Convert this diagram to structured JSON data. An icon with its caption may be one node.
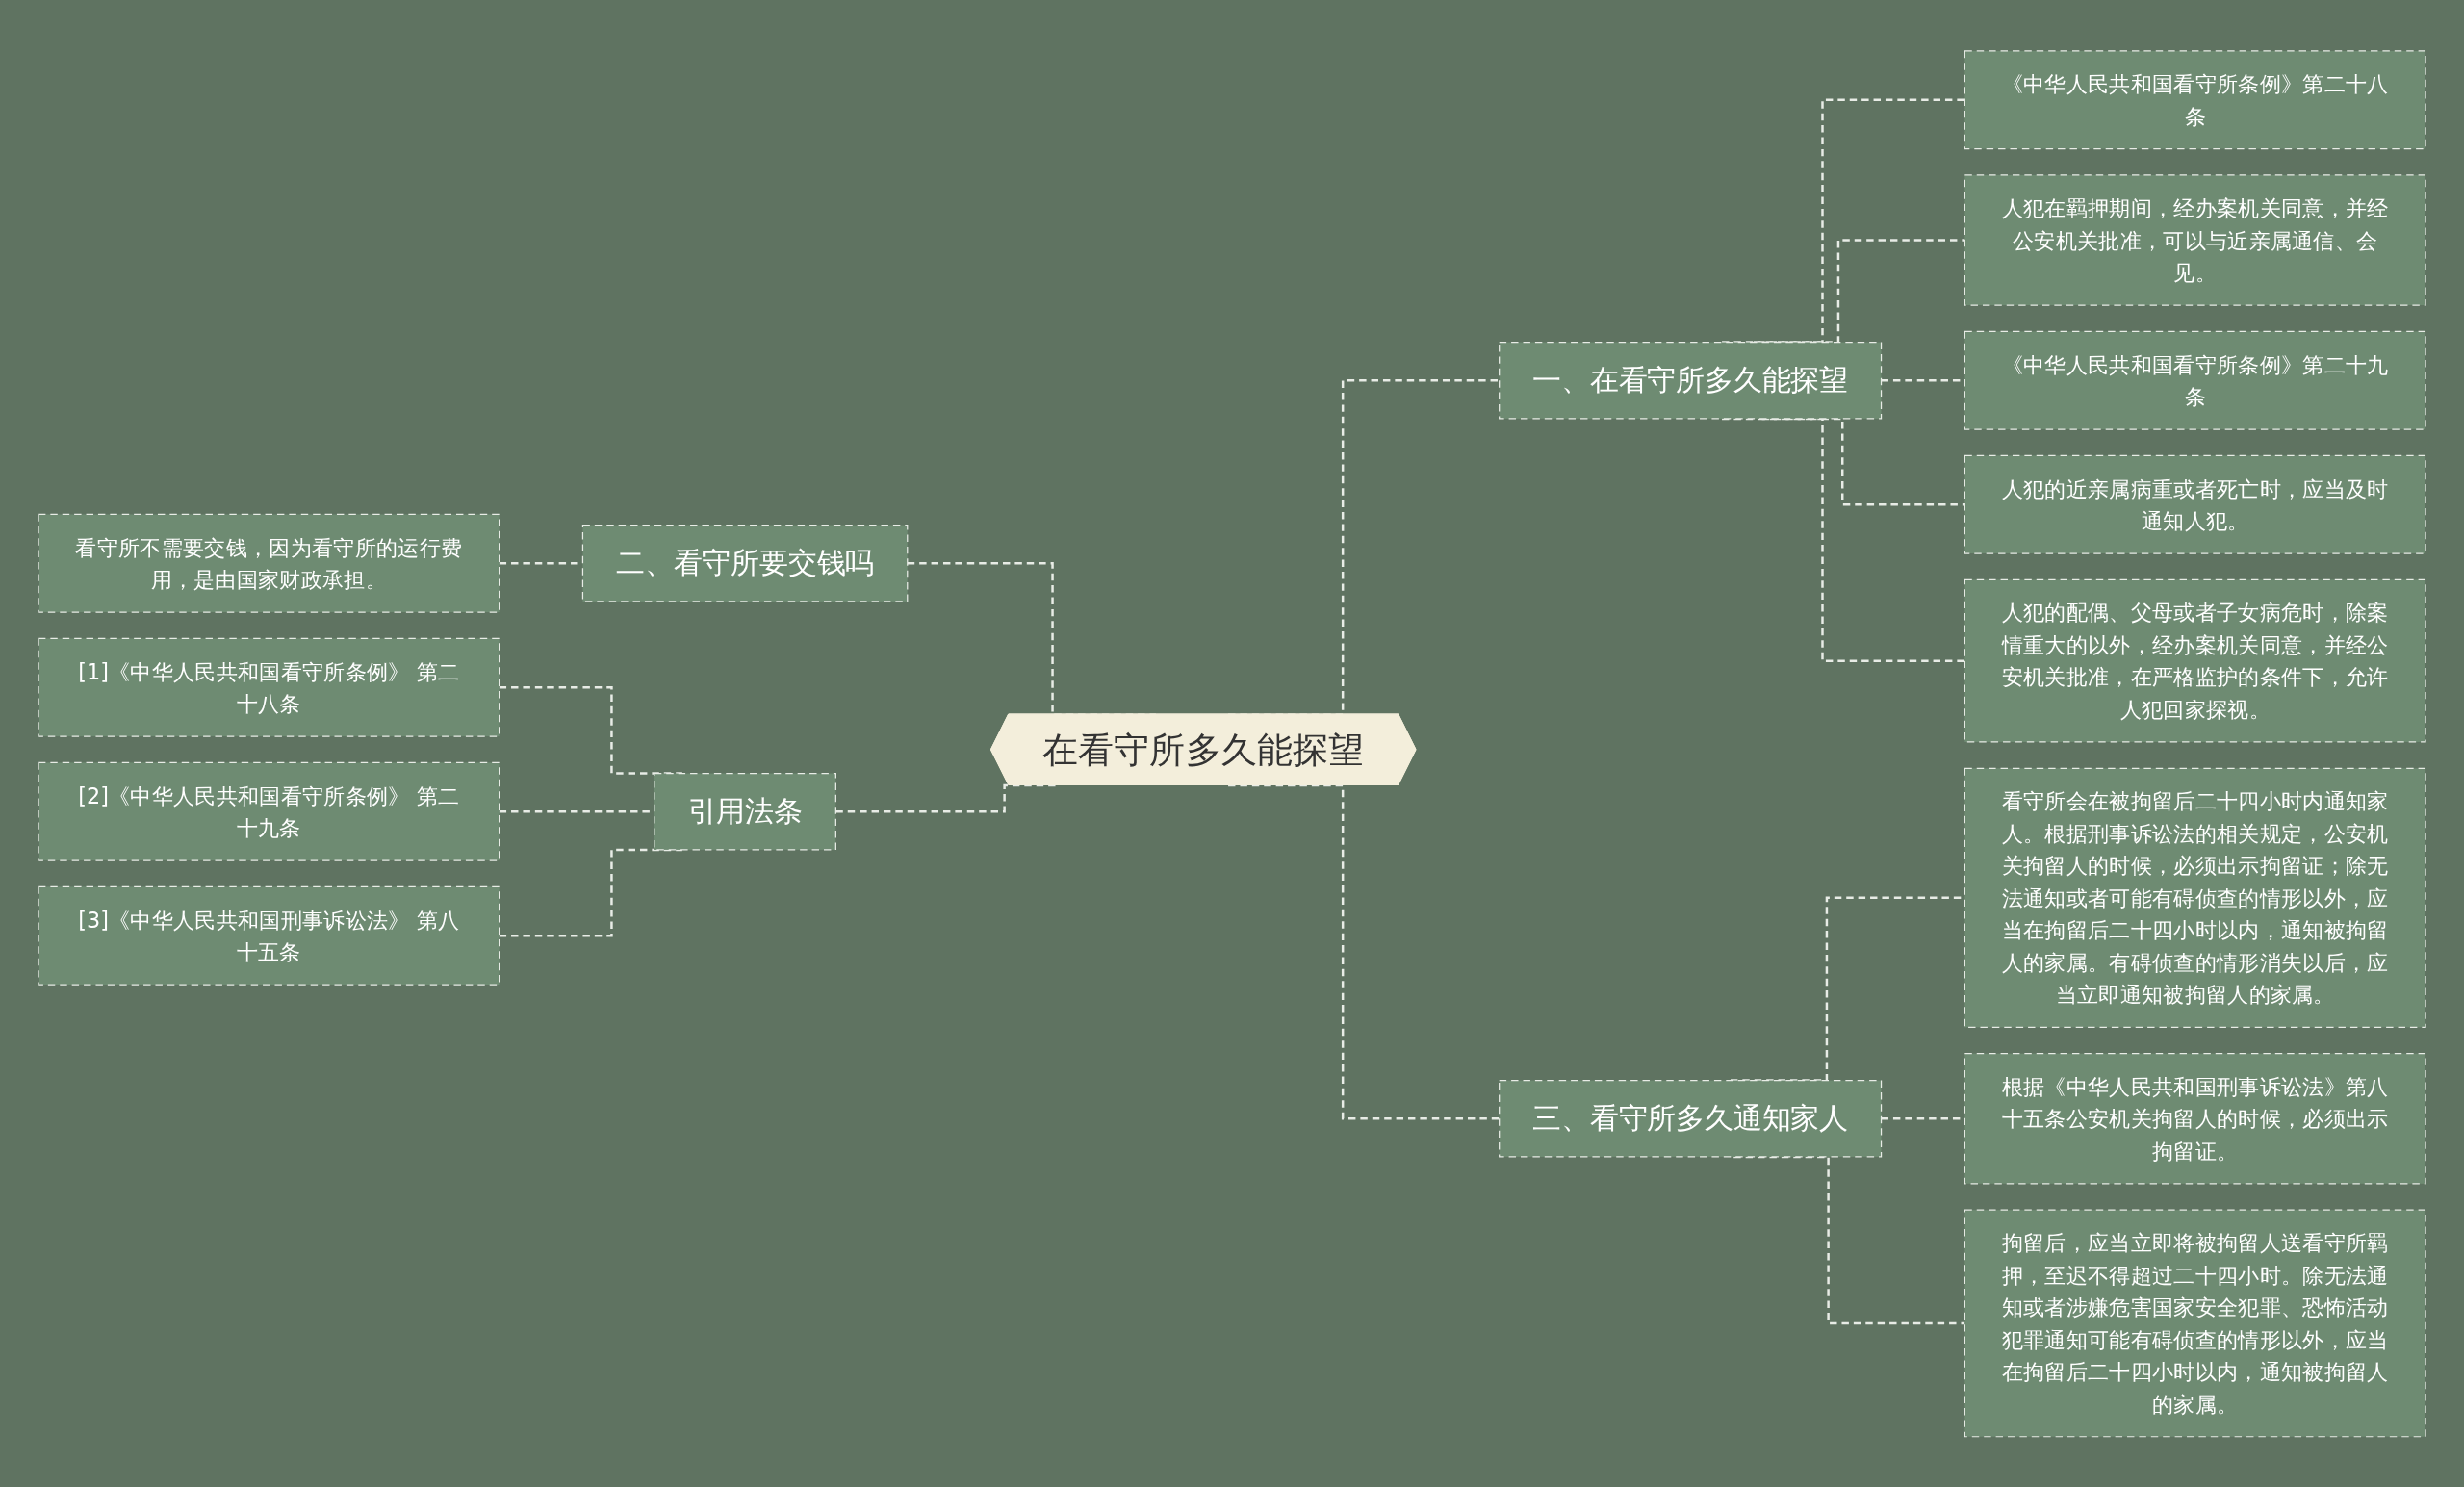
{
  "diagram": {
    "nodes": [
      {
        "text": [
          "在看守所多久能探望"
        ]
      },
      {
        "text": [
          "一、在看守所多久能探望"
        ]
      },
      {
        "text": [
          "《中华人民共和国看守所条例》第二十八条"
        ]
      },
      {
        "text": [
          "人犯在羁押期间，经办案机关同意，并经公安机关批准，可以与近亲属通信、会见。"
        ]
      },
      {
        "text": [
          "《中华人民共和国看守所条例》第二十九条"
        ]
      },
      {
        "text": [
          "人犯的近亲属病重或者死亡时，应当及时通知人犯。"
        ]
      },
      {
        "text": [
          "人犯的配偶、父母或者子女病危时，除案情重大的以外，经办案机关同意，并经公安机关批准，在严格监护的条件下，允许人犯回家探视。"
        ]
      },
      {
        "text": [
          "三、看守所多久通知家人"
        ]
      },
      {
        "text": [
          "看守所会在被拘留后二十四小时内通知家人。根据刑事诉讼法的相关规定，公安机关拘留人的时候，必须出示拘留证；除无法通知或者可能有碍侦查的情形以外，应当在拘留后二十四小时以内，通知被拘留人的家属。有碍侦查的情形消失以后，应当立即通知被拘留人的家属。"
        ]
      },
      {
        "text": [
          "根据《中华人民共和国刑事诉讼法》第八十五条公安机关拘留人的时候，必须出示拘留证。"
        ]
      },
      {
        "text": [
          "拘留后，应当立即将被拘留人送看守所羁押，至迟不得超过二十四小时。除无法通知或者涉嫌危害国家安全犯罪、恐怖活动犯罪通知可能有碍侦查的情形以外，应当在拘留后二十四小时以内，通知被拘留人的家属。"
        ]
      },
      {
        "text": [
          "二、看守所要交钱吗"
        ]
      },
      {
        "text": [
          "看守所不需要交钱，因为看守所的运行费用，是由国家财政承担。"
        ]
      },
      {
        "text": [
          "引用法条"
        ]
      },
      {
        "text": [
          "[1]《中华人民共和国看守所条例》 第二十八条"
        ]
      },
      {
        "text": [
          "[2]《中华人民共和国看守所条例》 第二十九条"
        ]
      },
      {
        "text": [
          "[3]《中华人民共和国刑事诉讼法》 第八十五条"
        ]
      }
    ],
    "edges": [
      {
        "from": 0,
        "to": 1,
        "arrow": "none",
        "style": "dashed"
      },
      {
        "from": 1,
        "to": 2,
        "arrow": "none",
        "style": "dashed"
      },
      {
        "from": 1,
        "to": 3,
        "arrow": "none",
        "style": "dashed"
      },
      {
        "from": 1,
        "to": 4,
        "arrow": "none",
        "style": "dashed"
      },
      {
        "from": 1,
        "to": 5,
        "arrow": "none",
        "style": "dashed"
      },
      {
        "from": 1,
        "to": 6,
        "arrow": "none",
        "style": "dashed"
      },
      {
        "from": 0,
        "to": 7,
        "arrow": "none",
        "style": "dashed"
      },
      {
        "from": 7,
        "to": 8,
        "arrow": "none",
        "style": "dashed"
      },
      {
        "from": 7,
        "to": 9,
        "arrow": "none",
        "style": "dashed"
      },
      {
        "from": 7,
        "to": 10,
        "arrow": "none",
        "style": "dashed"
      },
      {
        "from": 11,
        "to": 0,
        "arrow": "none",
        "style": "dashed"
      },
      {
        "from": 12,
        "to": 11,
        "arrow": "none",
        "style": "dashed"
      },
      {
        "from": 13,
        "to": 0,
        "arrow": "none",
        "style": "dashed"
      },
      {
        "from": 14,
        "to": 13,
        "arrow": "none",
        "style": "dashed"
      },
      {
        "from": 15,
        "to": 13,
        "arrow": "none",
        "style": "dashed"
      },
      {
        "from": 16,
        "to": 13,
        "arrow": "none",
        "style": "dashed"
      }
    ]
  }
}
